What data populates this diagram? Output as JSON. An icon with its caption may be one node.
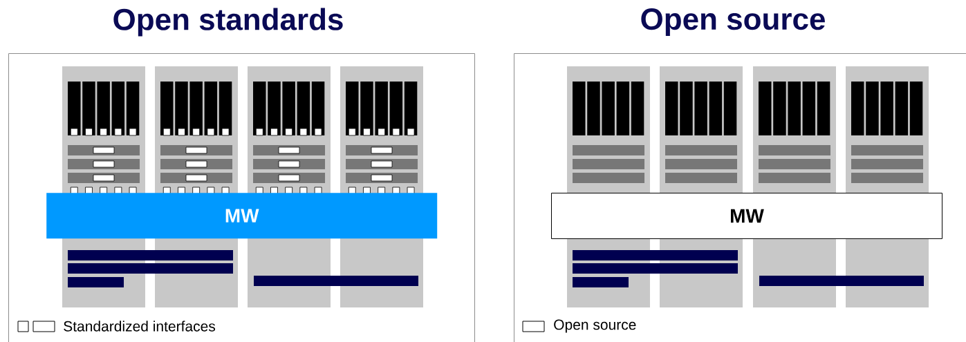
{
  "diagram": {
    "nodes": [
      {
        "text": [
          "Open standards"
        ]
      },
      {
        "text": [
          "MW"
        ],
        "in": 0
      },
      {
        "text": [
          "Open source"
        ]
      },
      {
        "text": [
          "MW"
        ],
        "in": 2
      }
    ],
    "legend": [
      {
        "text": "Standardized interfaces"
      },
      {
        "text": "Open source"
      }
    ]
  }
}
